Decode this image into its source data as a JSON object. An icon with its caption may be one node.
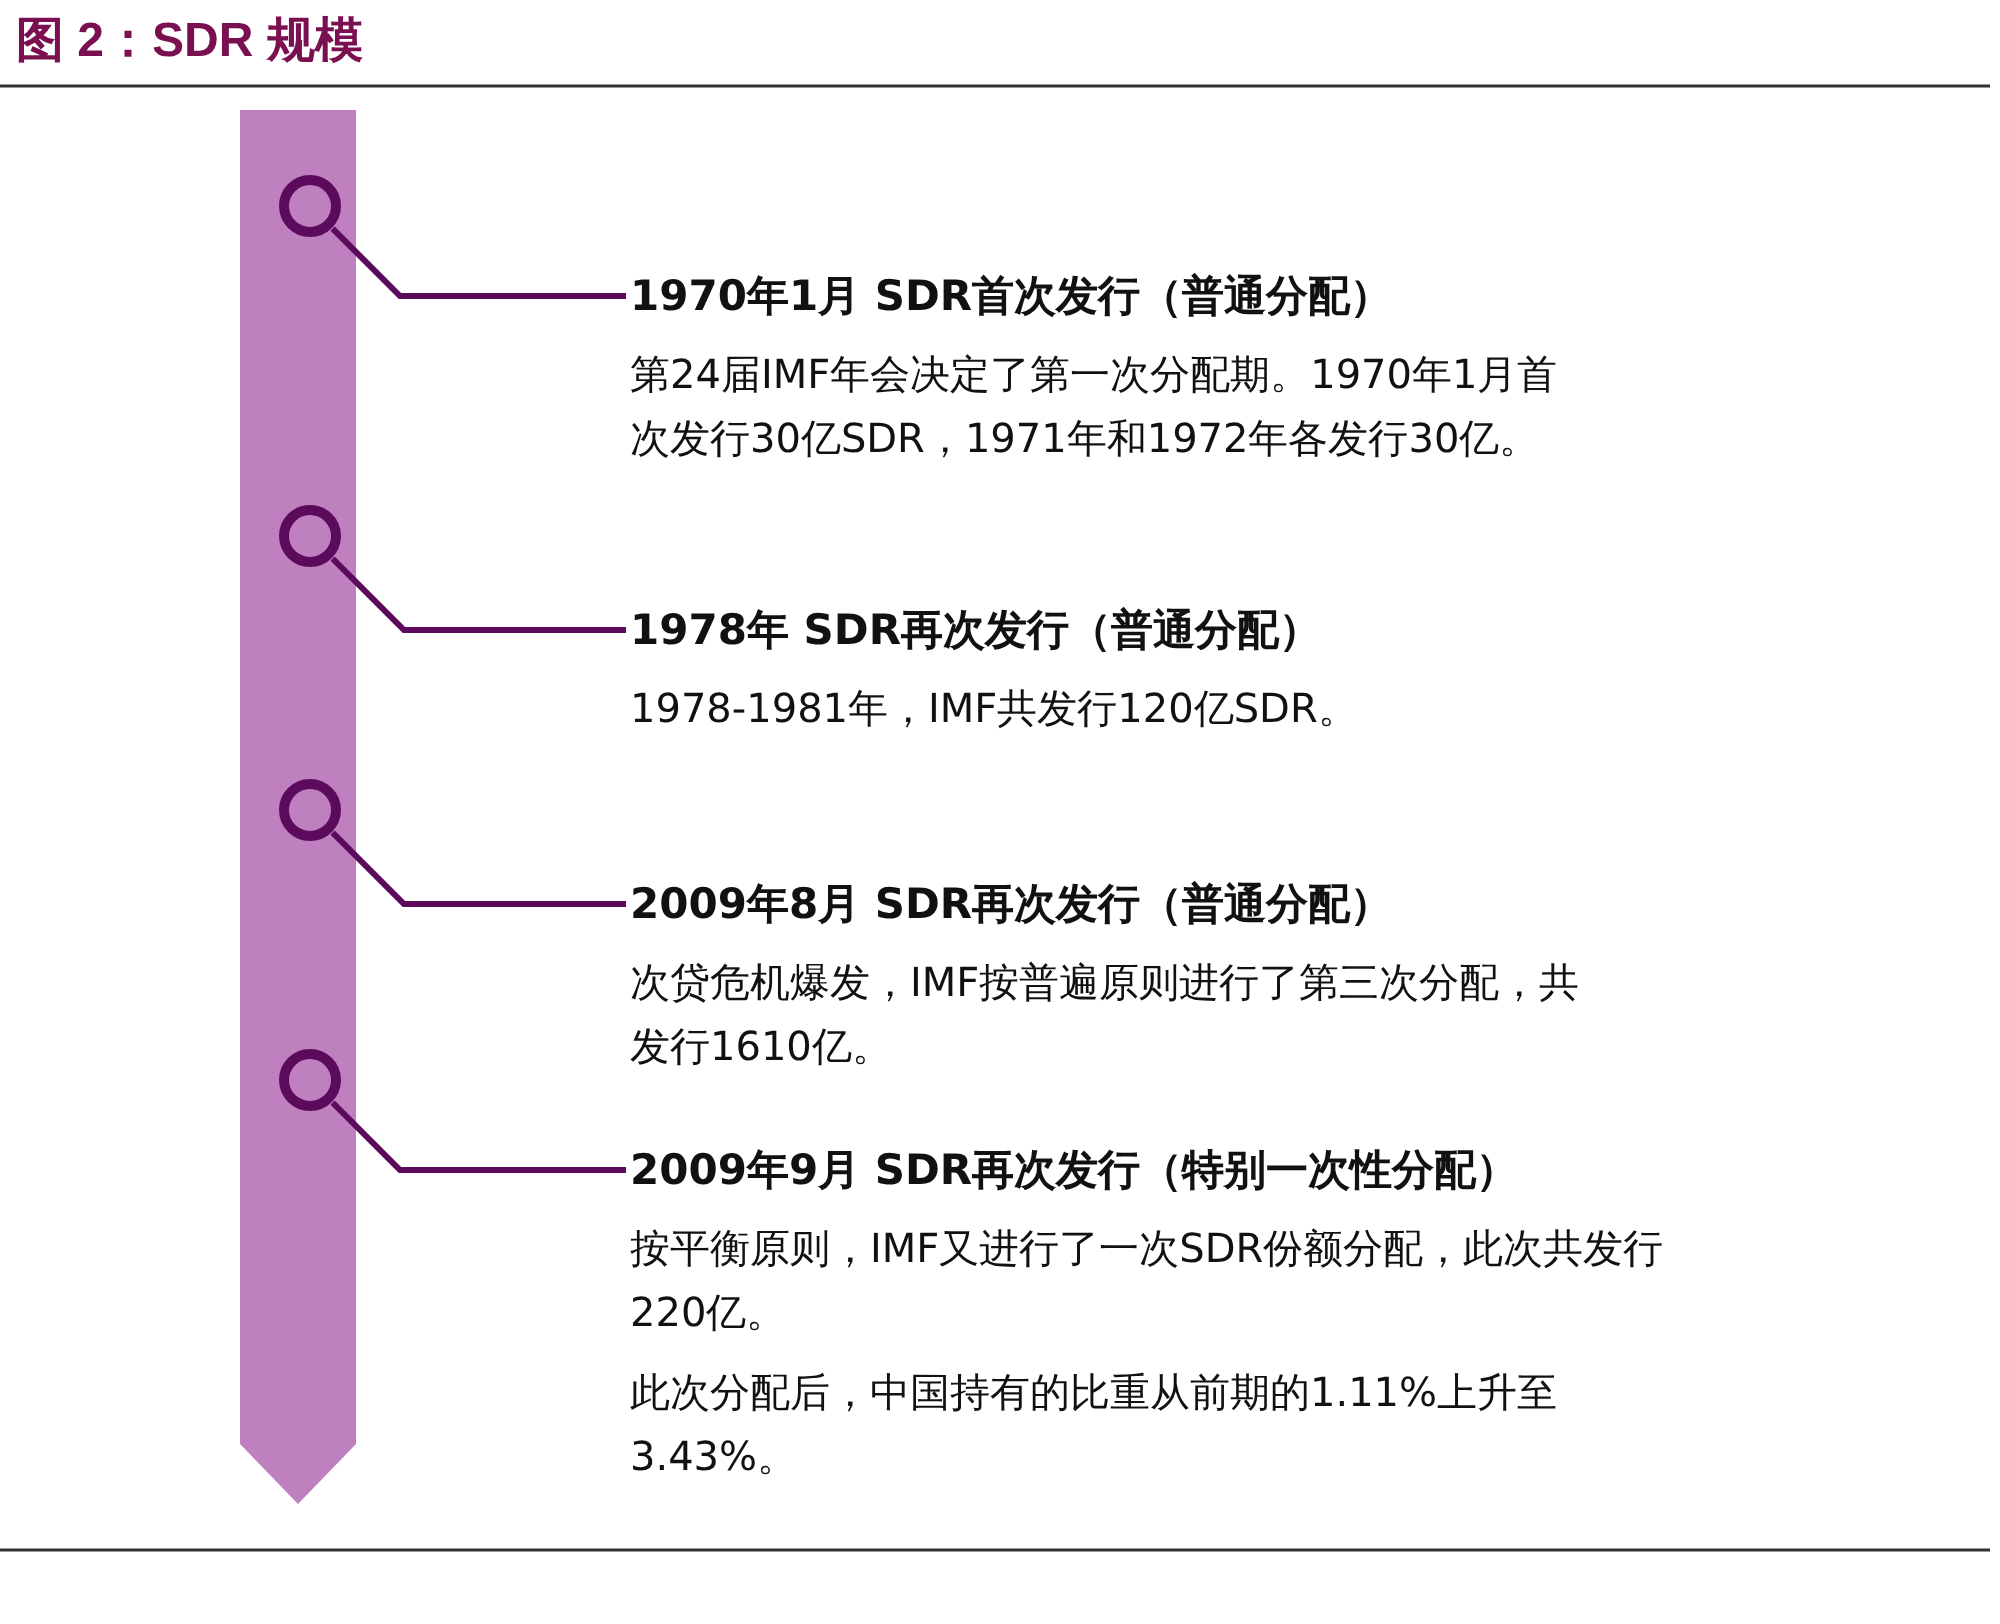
{
  "diagram": {
    "title": "图 2：SDR 规模",
    "nodes": [
      {
        "text": [],
        "shape": "circle"
      },
      {
        "text": [],
        "shape": "circle"
      },
      {
        "text": [],
        "shape": "circle"
      },
      {
        "text": [],
        "shape": "circle"
      },
      {
        "text": [
          "1970年1月 SDR首次发行（普通分配）",
          "第24届IMF年会决定了第一次分配期。1970年1月首次发行30亿SDR，1971年和1972年各发行30亿。"
        ]
      },
      {
        "text": [
          "1978年 SDR再次发行（普通分配）",
          "1978-1981年，IMF共发行120亿SDR。"
        ]
      },
      {
        "text": [
          "2009年8月 SDR再次发行（普通分配）",
          "次贷危机爆发，IMF按普遍原则进行了第三次分配，共发行1610亿。"
        ]
      },
      {
        "text": [
          "2009年9月 SDR再次发行（特别一次性分配）",
          "按平衡原则，IMF又进行了一次SDR份额分配，此次共发行220亿。",
          "此次分配后，中国持有的比重从前期的1.11%上升至3.43%。"
        ]
      }
    ],
    "edges": [
      {
        "from": 0,
        "to": 4,
        "arrow": "none"
      },
      {
        "from": 1,
        "to": 5,
        "arrow": "none"
      },
      {
        "from": 2,
        "to": 6,
        "arrow": "none"
      },
      {
        "from": 3,
        "to": 7,
        "arrow": "none"
      }
    ]
  }
}
